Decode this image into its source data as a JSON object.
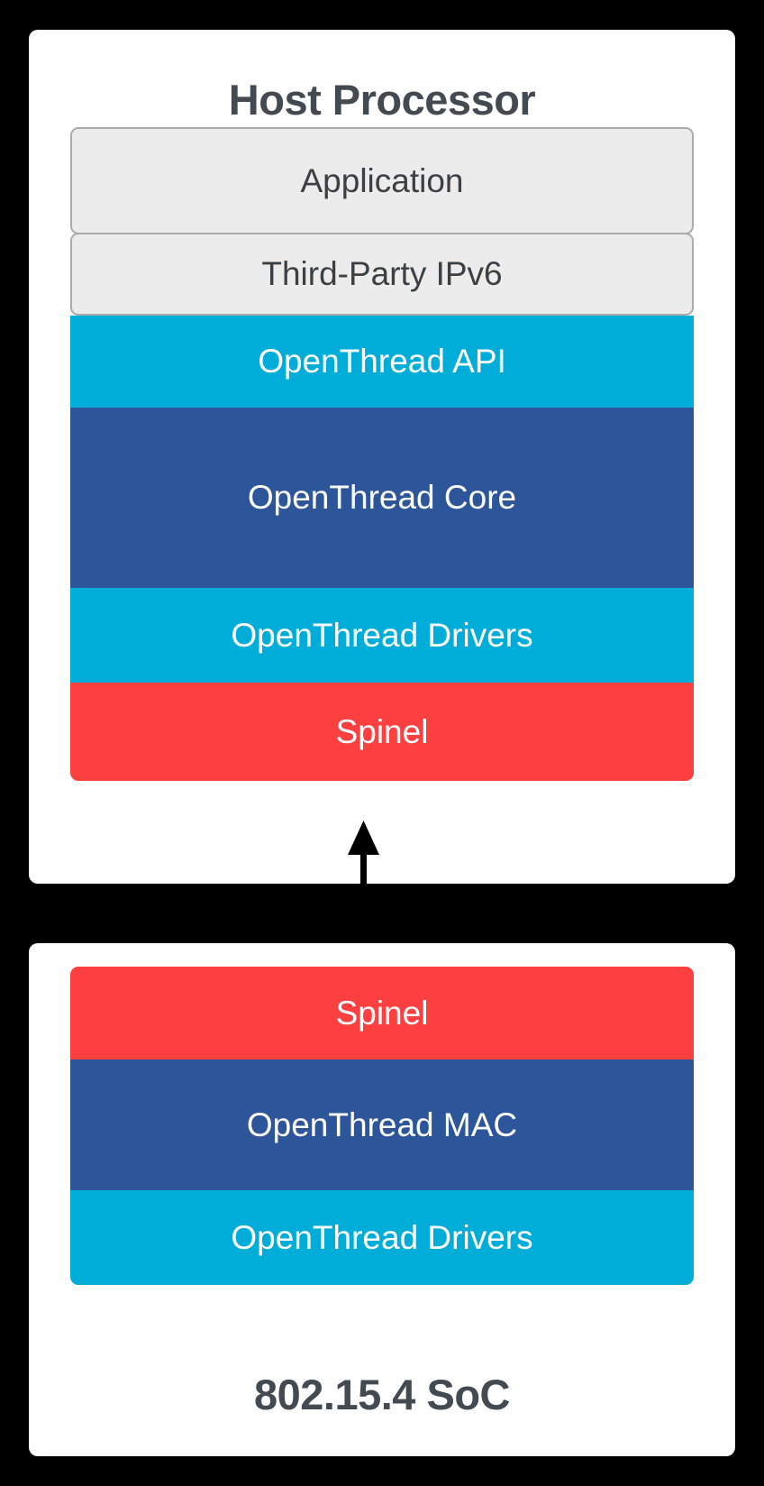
{
  "diagram": {
    "kind": "layered-architecture",
    "background_color": "#000000",
    "cards": [
      {
        "id": "host-processor",
        "title": "Host Processor",
        "title_position": "top",
        "title_color": "#434A51",
        "layers": [
          {
            "label": "Application",
            "style": "plain",
            "fill": "#ECECEC",
            "border": "#ABABAB",
            "text_color": "#3C4043"
          },
          {
            "label": "Third-Party IPv6",
            "style": "plain",
            "fill": "#ECECEC",
            "border": "#ABABAB",
            "text_color": "#3C4043"
          },
          {
            "label": "OpenThread API",
            "style": "cyan",
            "fill": "#00ADD8",
            "text_color": "#FFFFFF"
          },
          {
            "label": "OpenThread Core",
            "style": "blue",
            "fill": "#2C559A",
            "text_color": "#FFFFFF"
          },
          {
            "label": "OpenThread Drivers",
            "style": "cyan",
            "fill": "#00ADD8",
            "text_color": "#FFFFFF"
          },
          {
            "label": "Spinel",
            "style": "red",
            "fill": "#FC4040",
            "text_color": "#FFFFFF"
          }
        ]
      },
      {
        "id": "soc-802154",
        "title": "802.15.4 SoC",
        "title_position": "bottom",
        "title_color": "#434A51",
        "layers": [
          {
            "label": "Spinel",
            "style": "red",
            "fill": "#FC4040",
            "text_color": "#FFFFFF"
          },
          {
            "label": "OpenThread MAC",
            "style": "blue",
            "fill": "#2C559A",
            "text_color": "#FFFFFF"
          },
          {
            "label": "OpenThread Drivers",
            "style": "cyan",
            "fill": "#00ADD8",
            "text_color": "#FFFFFF"
          }
        ]
      }
    ],
    "connector": {
      "name": "spinel-bidirectional-link",
      "direction": "bidirectional",
      "color": "#000000",
      "from": "Spinel (Host Processor)",
      "to": "Spinel (802.15.4 SoC)"
    }
  }
}
